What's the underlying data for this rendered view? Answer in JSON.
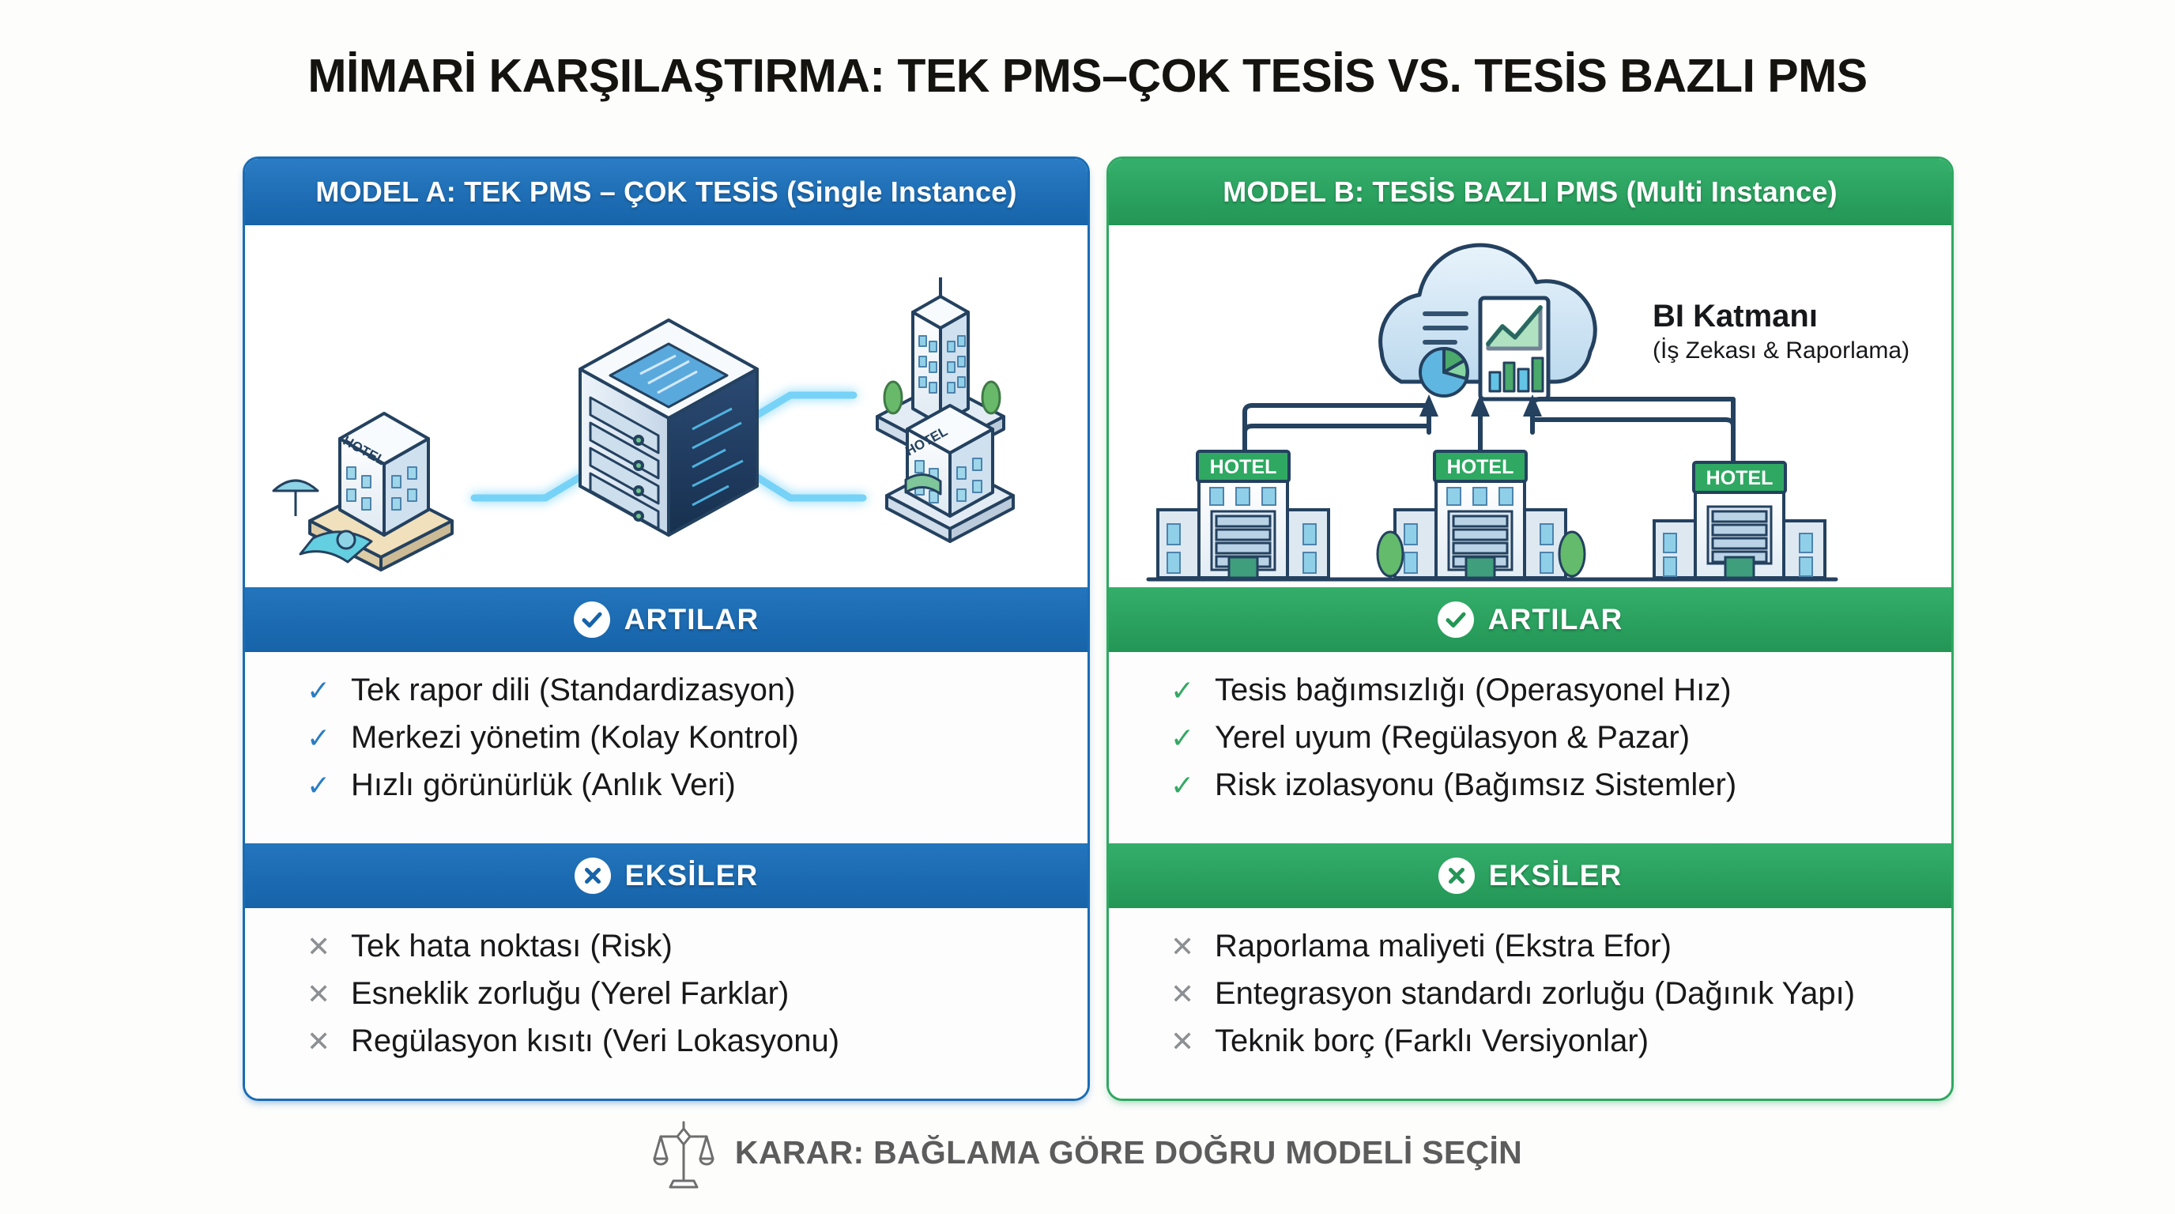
{
  "title": "MİMARİ KARŞILAŞTIRMA: TEK PMS–ÇOK TESİS VS. TESİS BAZLI PMS",
  "colors": {
    "blue": "#1a6cb5",
    "green": "#2fa862",
    "page_background": "#fdfdfc",
    "text": "#18181a",
    "footer_text": "#5c5c5c",
    "cons_mark": "#8c8f93",
    "glow_link": "#5ec8f5"
  },
  "panels": [
    {
      "id": "model-a",
      "header": "MODEL A: TEK PMS – ÇOK TESİS (Single Instance)",
      "accent": "#1a6cb5",
      "illustration": {
        "name": "isometric-central-server-three-properties",
        "nodes": [
          "central-server-rack",
          "beach-hotel",
          "office-tower",
          "boutique-hotel"
        ],
        "hotel_signs": [
          "HOTEL",
          "HOTEL"
        ]
      },
      "pros": {
        "heading": "ARTILAR",
        "icon": "check-circle-icon",
        "mark": "✓",
        "items": [
          "Tek rapor dili (Standardizasyon)",
          "Merkezi yönetim (Kolay Kontrol)",
          "Hızlı görünürlük (Anlık Veri)"
        ]
      },
      "cons": {
        "heading": "EKSİLER",
        "icon": "x-circle-icon",
        "mark": "✕",
        "items": [
          "Tek hata noktası (Risk)",
          "Esneklik zorluğu (Yerel Farklar)",
          "Regülasyon kısıtı (Veri Lokasyonu)"
        ]
      }
    },
    {
      "id": "model-b",
      "header": "MODEL B: TESİS BAZLI PMS (Multi Instance)",
      "accent": "#2fa862",
      "illustration": {
        "name": "bi-cloud-over-three-hotels",
        "cloud_label_title": "BI Katmanı",
        "cloud_label_subtitle": "(İş Zekası & Raporlama)",
        "cloud_charts": [
          "pie-chart",
          "line-chart",
          "bar-chart"
        ],
        "hotel_signs": [
          "HOTEL",
          "HOTEL",
          "HOTEL"
        ],
        "arrows": 3
      },
      "pros": {
        "heading": "ARTILAR",
        "icon": "check-circle-icon",
        "mark": "✓",
        "items": [
          "Tesis bağımsızlığı (Operasyonel Hız)",
          "Yerel uyum (Regülasyon & Pazar)",
          "Risk izolasyonu (Bağımsız Sistemler)"
        ]
      },
      "cons": {
        "heading": "EKSİLER",
        "icon": "x-circle-icon",
        "mark": "✕",
        "items": [
          "Raporlama maliyeti (Ekstra Efor)",
          "Entegrasyon standardı zorluğu (Dağınık Yapı)",
          "Teknik borç (Farklı Versiyonlar)"
        ]
      }
    }
  ],
  "footer": {
    "icon": "scales-of-justice-icon",
    "label": "KARAR: BAĞLAMA GÖRE DOĞRU MODELİ SEÇİN"
  }
}
